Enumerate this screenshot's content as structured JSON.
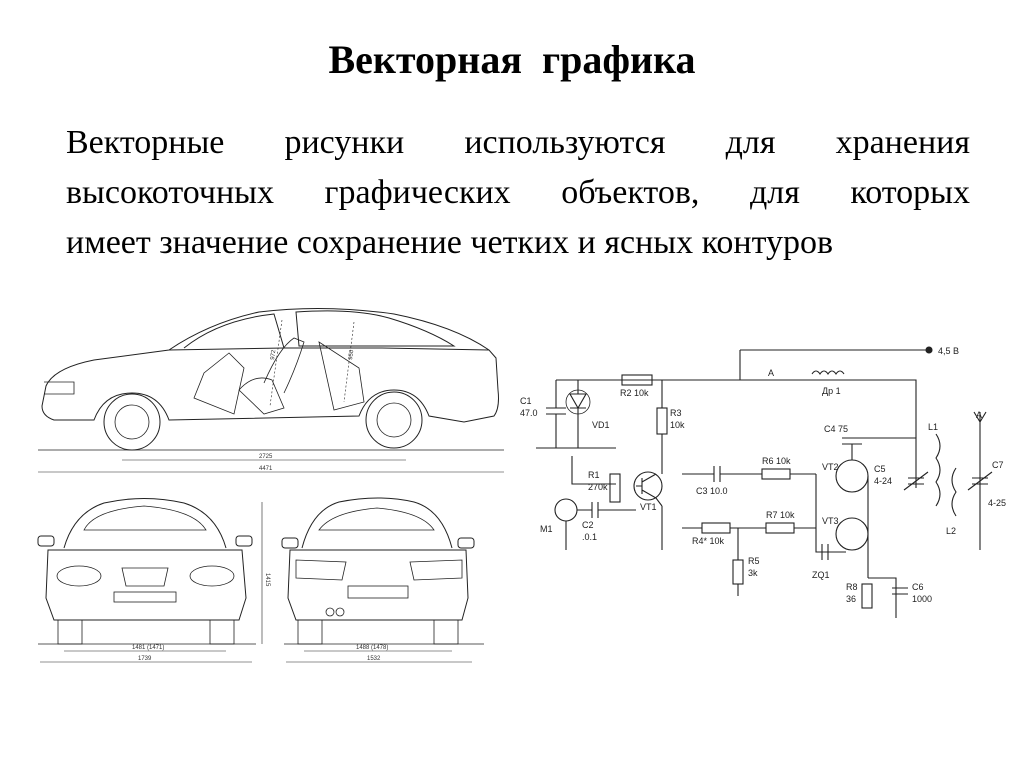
{
  "title": "Векторная графика",
  "body_lines": [
    "Векторные рисунки используются для хранения",
    "высокоточных графических объектов, для которых",
    "имеет значение сохранение четких и ясных контуров"
  ],
  "car_drawing": {
    "dimensions": {
      "wheelbase": "2725",
      "length": "4471",
      "front_track": "1481 (1471)",
      "front_width": "1739",
      "height": "1415",
      "rear_track": "1488 (1478)",
      "rear_width": "1532",
      "door_height_a": "972",
      "door_height_b": "950"
    }
  },
  "circuit": {
    "supply": "4,5 В",
    "node_a": "А",
    "antenna": "А",
    "components": {
      "c1": "С1",
      "c1_value": "47.0",
      "vd1": "VD1",
      "r2": "R2 10k",
      "r3": "R3",
      "r3_value": "10k",
      "dr1": "Др 1",
      "c4": "С4 75",
      "r1": "R1",
      "r1_value": "270k",
      "c3": "C3 10.0",
      "r6": "R6 10k",
      "vt2": "VT2",
      "c5": "C5",
      "c5_value": "4-24",
      "l1": "L1",
      "l2": "L2",
      "c7": "С7",
      "c7_value": "4-25",
      "m1": "M1",
      "c2": "C2",
      "c2_value": ".0.1",
      "vt1": "VT1",
      "r7": "R7 10k",
      "vt3": "VT3",
      "r4": "R4* 10k",
      "r5": "R5",
      "r5_value": "3k",
      "zq1": "ZQ1",
      "r8": "R8",
      "r8_value": "36",
      "c6": "C6",
      "c6_value": "1000"
    }
  }
}
